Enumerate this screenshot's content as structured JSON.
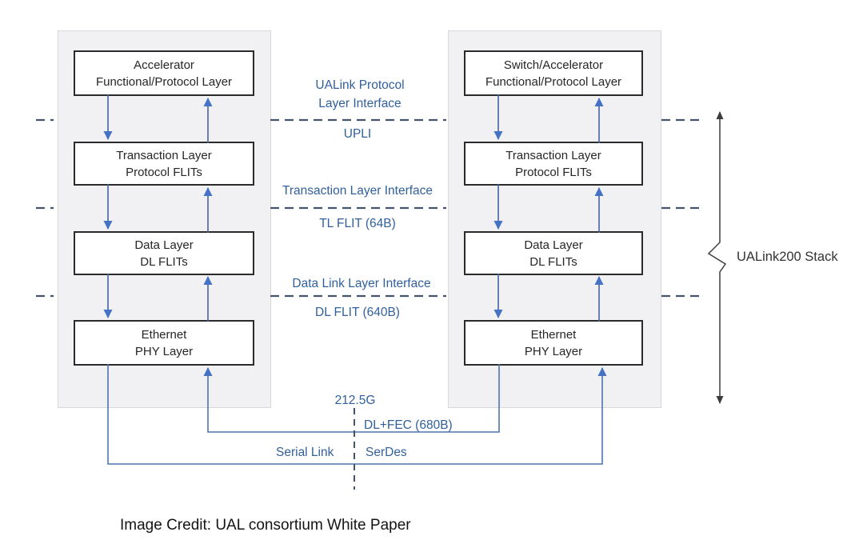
{
  "diagram": {
    "left_stack": {
      "boxes": [
        {
          "line1": "Accelerator",
          "line2": "Functional/Protocol Layer"
        },
        {
          "line1": "Transaction Layer",
          "line2": "Protocol FLITs"
        },
        {
          "line1": "Data Layer",
          "line2": "DL FLITs"
        },
        {
          "line1": "Ethernet",
          "line2": "PHY Layer"
        }
      ]
    },
    "right_stack": {
      "boxes": [
        {
          "line1": "Switch/Accelerator",
          "line2": "Functional/Protocol Layer"
        },
        {
          "line1": "Transaction Layer",
          "line2": "Protocol FLITs"
        },
        {
          "line1": "Data Layer",
          "line2": "DL FLITs"
        },
        {
          "line1": "Ethernet",
          "line2": "PHY Layer"
        }
      ]
    },
    "interfaces": {
      "protocol_line1": "UALink Protocol",
      "protocol_line2": "Layer Interface",
      "upli": "UPLI",
      "transaction": "Transaction Layer Interface",
      "tl_flit": "TL FLIT (64B)",
      "data_link": "Data Link Layer Interface",
      "dl_flit": "DL FLIT (640B)",
      "speed": "212.5G",
      "dl_fec": "DL+FEC (680B)",
      "serial_link": "Serial Link",
      "serdes": "SerDes"
    },
    "stack_label": "UALink200 Stack",
    "caption": "Image Credit: UAL consortium White Paper",
    "colors": {
      "label_blue": "#31609c",
      "dash_color": "#44546a",
      "arrow_blue": "#4472c4",
      "connector_blue": "#4f74ad",
      "panel_fill": "#f1f1f3",
      "box_border": "#2b2b2b",
      "annotation_black": "#3d3d3d"
    }
  }
}
